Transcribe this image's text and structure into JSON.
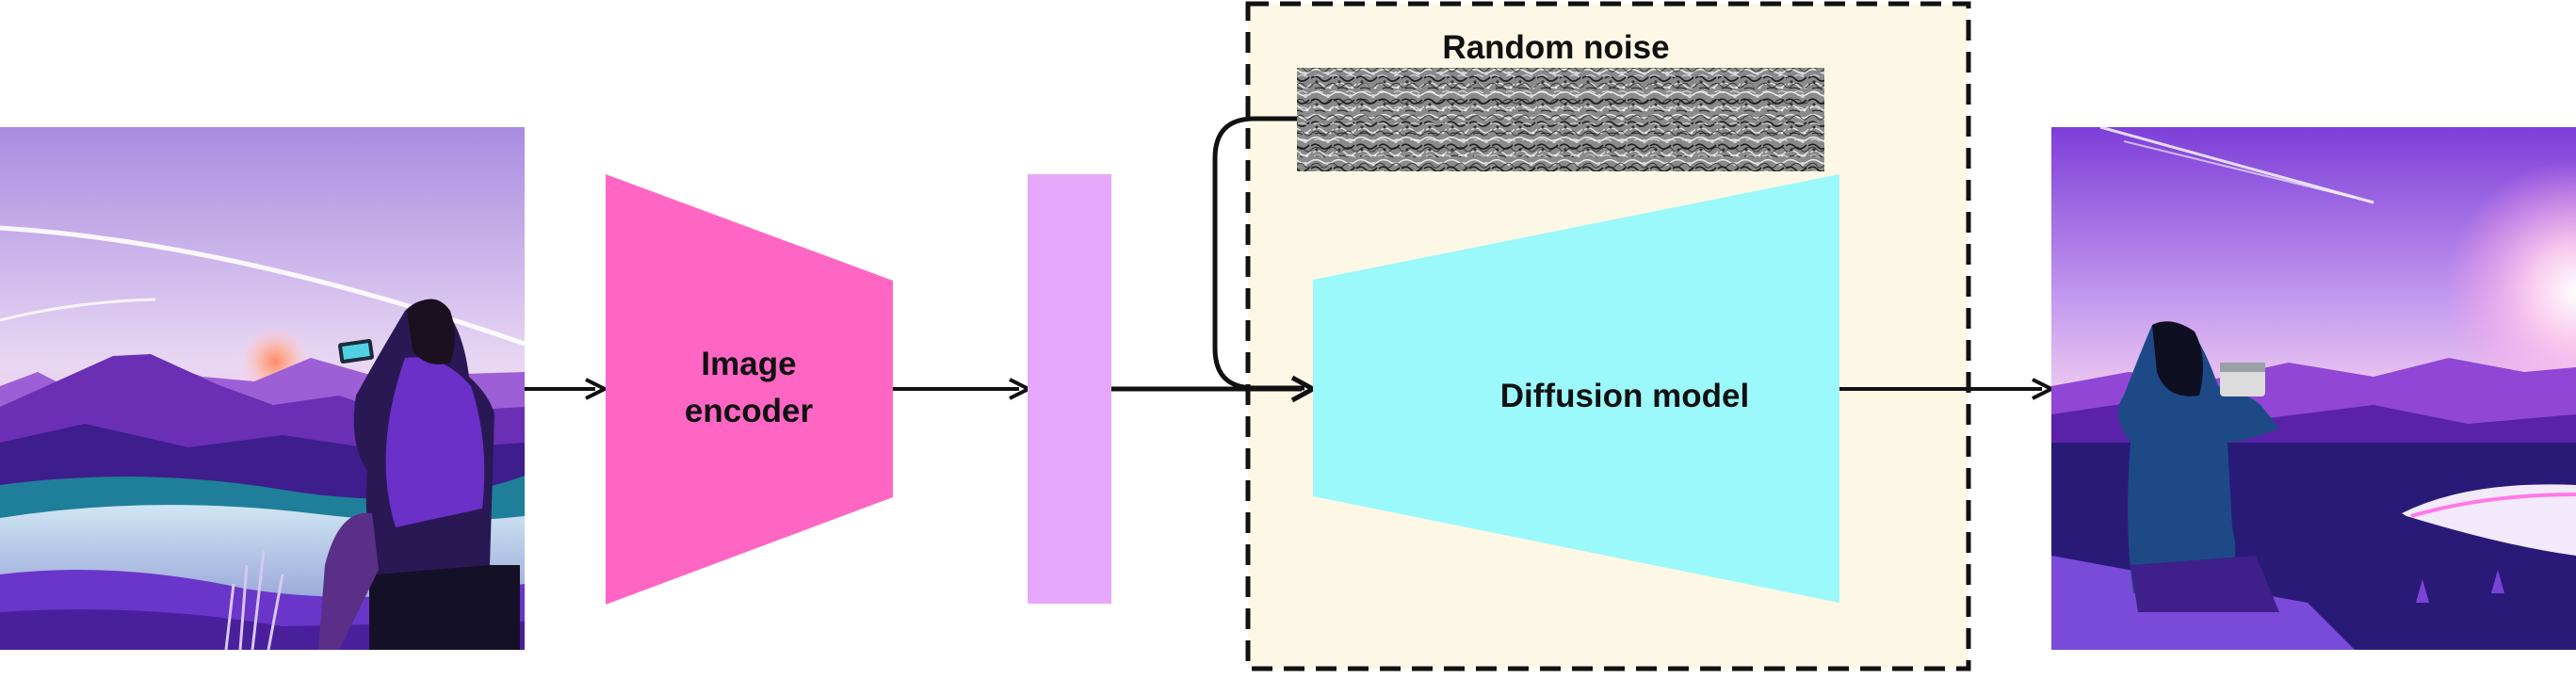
{
  "diagram": {
    "input_image": {
      "description_icon": "input-photo-icon"
    },
    "encoder": {
      "label_line1": "Image",
      "label_line2": "encoder",
      "color": "#ff66c4"
    },
    "embedding": {
      "color": "#e7a8fc"
    },
    "noise": {
      "label": "Random noise"
    },
    "diffusion": {
      "label": "Diffusion model",
      "color": "#9cf9fb"
    },
    "container": {
      "background": "#fdf8e6",
      "border": "#111111"
    },
    "output_image": {
      "description_icon": "output-photo-icon"
    }
  }
}
